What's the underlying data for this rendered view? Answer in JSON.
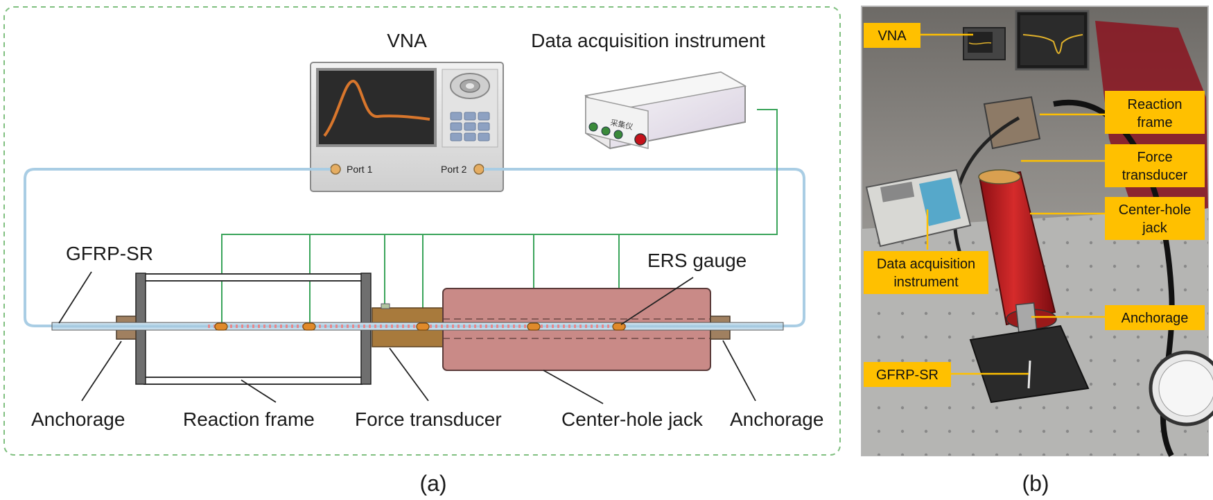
{
  "panel_a": {
    "caption": "(a)",
    "vna_title": "VNA",
    "daq_title": "Data acquisition instrument",
    "daq_device_text": "采集仪",
    "port1": "Port 1",
    "port2": "Port 2",
    "labels": {
      "gfrp": "GFRP-SR",
      "ers_gauge": "ERS gauge",
      "anchorage_left": "Anchorage",
      "reaction_frame": "Reaction frame",
      "force_transducer": "Force transducer",
      "center_hole_jack": "Center-hole jack",
      "anchorage_right": "Anchorage"
    }
  },
  "panel_b": {
    "caption": "(b)",
    "labels": {
      "vna": "VNA",
      "reaction_frame_1": "Reaction",
      "reaction_frame_2": "frame",
      "force_transducer_1": "Force",
      "force_transducer_2": "transducer",
      "jack_1": "Center-hole",
      "jack_2": "jack",
      "daq_1": "Data acquisition",
      "daq_2": "instrument",
      "anchorage": "Anchorage",
      "gfrp": "GFRP-SR"
    }
  },
  "colors": {
    "cable_blue": "#a9cde4",
    "sensor_green": "#3aa45a",
    "jack_fill": "#c98a87",
    "transducer_fill": "#a87a3c",
    "label_yellow": "#ffc000",
    "frame_gray": "#6f6f6f",
    "screen_curve": "#d8762c",
    "ers_orange": "#e08a2a"
  }
}
